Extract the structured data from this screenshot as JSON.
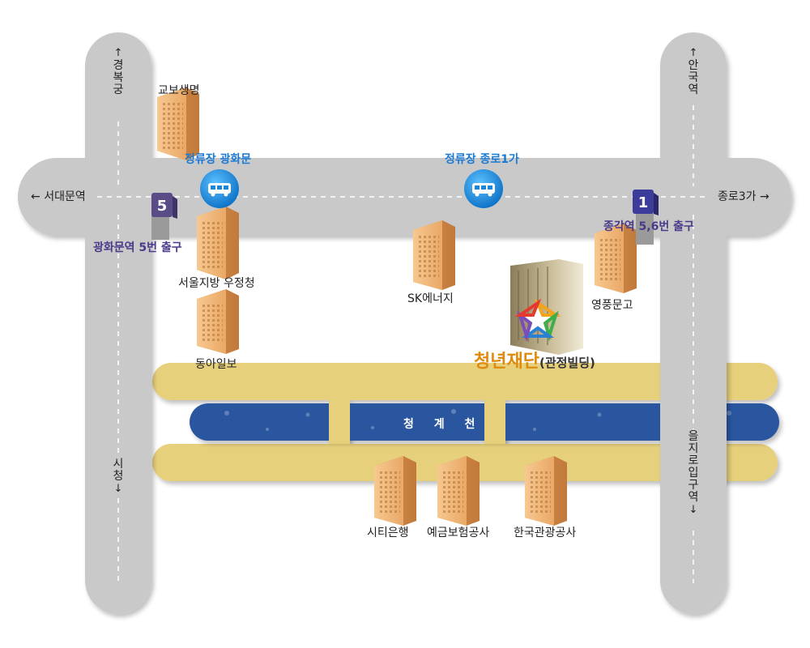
{
  "roads": {
    "west": {
      "north_label": "경복궁",
      "south_label": "시청"
    },
    "east": {
      "north_label": "안국역",
      "south_label": "을지로입구역"
    },
    "main": {
      "west_label": "서대문역",
      "east_label": "종로3가"
    },
    "stream_label": "청 계 천"
  },
  "bus_stops": [
    {
      "label": "정류장 광화문",
      "icon": "bus-icon"
    },
    {
      "label": "정류장 종로1가",
      "icon": "bus-icon"
    }
  ],
  "subway_exits": [
    {
      "number": "5",
      "label": "광화문역 5번 출구",
      "color": "#5a4c86"
    },
    {
      "number": "1",
      "label": "종각역 5,6번 출구",
      "color": "#3c3c9a"
    }
  ],
  "buildings": [
    {
      "label": "교보생명"
    },
    {
      "label": "서울지방 우정청"
    },
    {
      "label": "동아일보"
    },
    {
      "label": "SK에너지"
    },
    {
      "label": "영풍문고"
    },
    {
      "label": "시티은행"
    },
    {
      "label": "예금보험공사"
    },
    {
      "label": "한국관광공사"
    }
  ],
  "destination": {
    "name": "청년재단",
    "sub": "(관정빌딩)"
  },
  "colors": {
    "road": "#c9c9c9",
    "street": "#e6d07c",
    "stream": "#2c56a0",
    "bus": "#1a86d8",
    "building": "#f0b97e",
    "accent": "#e08a0c"
  }
}
